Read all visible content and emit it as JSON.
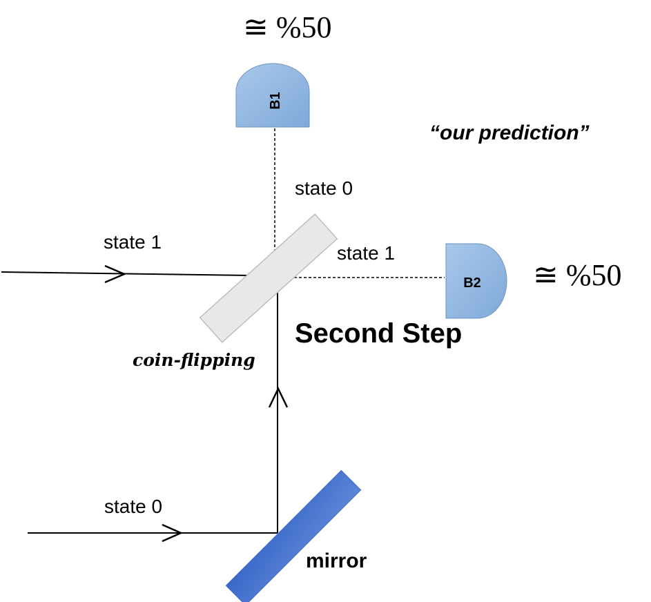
{
  "detectors": {
    "top": {
      "label": "B1",
      "probability": "≅ %50"
    },
    "right": {
      "label": "B2",
      "probability": "≅ %50"
    }
  },
  "beams": {
    "upper_input": "state 1",
    "lower_input": "state 0",
    "to_top_detector": "state 0",
    "to_right_detector": "state 1"
  },
  "components": {
    "beam_splitter": "coin-flipping",
    "mirror": "mirror"
  },
  "annotations": {
    "prediction": "“our prediction”",
    "step": "Second Step"
  },
  "colors": {
    "detector_top": "#a9c8ea",
    "detector_bottom": "#7fa9d9",
    "detector_edge": "#6f93bf",
    "mirror_light": "#5b86d6",
    "mirror_dark": "#3a68c9",
    "splitter_fill": "#e8e8e8",
    "splitter_edge": "#bdbdbd"
  }
}
